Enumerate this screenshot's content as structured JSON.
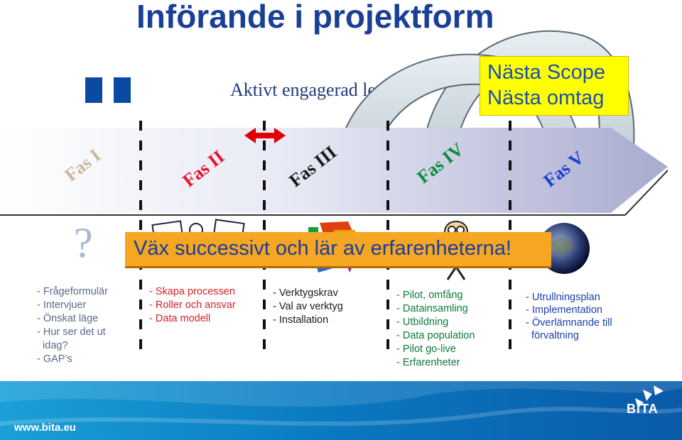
{
  "title": "Införande i projektform",
  "engagement_label": "Aktivt engagerad ledning",
  "scope_box": {
    "line1": "Nästa Scope",
    "line2": "Nästa omtag"
  },
  "phases": [
    "Fas I",
    "Fas II",
    "Fas III",
    "Fas IV",
    "Fas V"
  ],
  "banner": "Väx successivt och lär av erfarenheterna!",
  "question_mark": "?",
  "columns": [
    {
      "color": "#5a6a8a",
      "items": [
        "- Frågeformulär",
        "- Intervjuer",
        "- Önskat läge",
        "- Hur ser det ut",
        "  idag?",
        "- GAP’s"
      ]
    },
    {
      "color": "#d8232a",
      "items": [
        "- Skapa processen",
        "- Roller och ansvar",
        "- Data modell"
      ]
    },
    {
      "color": "#1a1a1a",
      "items": [
        "- Verktygskrav",
        "- Val av verktyg",
        "- Installation"
      ]
    },
    {
      "color": "#0c7a3a",
      "items": [
        "- Pilot, omfång",
        "- Datainsamling",
        "- Utbildning",
        "- Data population",
        "- Pilot go-live",
        "- Erfarenheter"
      ]
    },
    {
      "color": "#1b3fb0",
      "items": [
        "- Utrullningsplan",
        "- Implementation",
        "- Överlämnande till",
        "  förvaltning"
      ]
    }
  ],
  "footer": {
    "url": "www.bita.eu",
    "logo": "BiTA"
  },
  "colors": {
    "phase_I": "#c9b89a",
    "phase_II": "#e8132b",
    "phase_III": "#1a1a1a",
    "phase_IV": "#0f8a3c",
    "phase_V": "#1a3fd0",
    "banner": "#f5a623",
    "scope_box": "#ffff00"
  },
  "icons": [
    "question-mark-icon",
    "documents-icon",
    "tools-icon",
    "person-icon",
    "globe-icon",
    "double-arrow-icon"
  ]
}
